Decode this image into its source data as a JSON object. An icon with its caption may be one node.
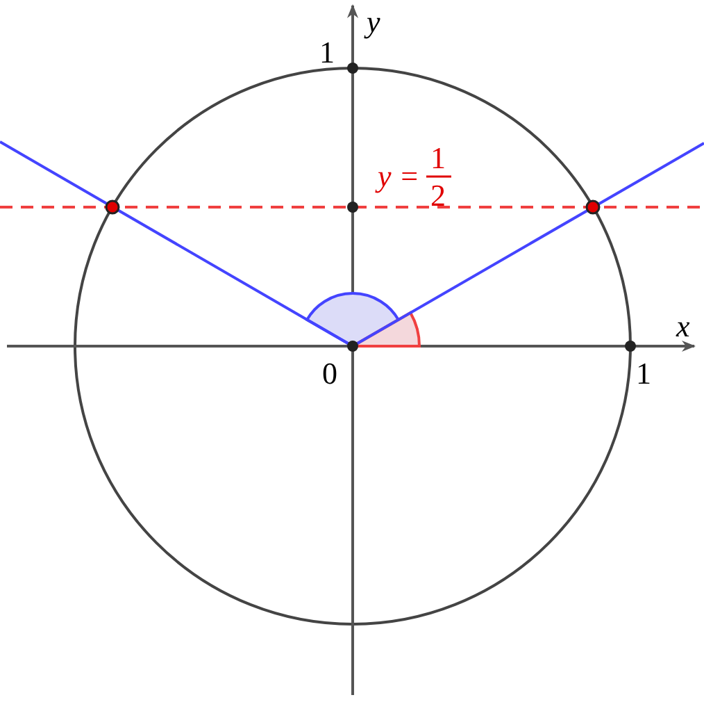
{
  "diagram": {
    "labels": [
      "y",
      "1",
      "x",
      "0",
      "1",
      "y =",
      "1",
      "2"
    ]
  }
}
